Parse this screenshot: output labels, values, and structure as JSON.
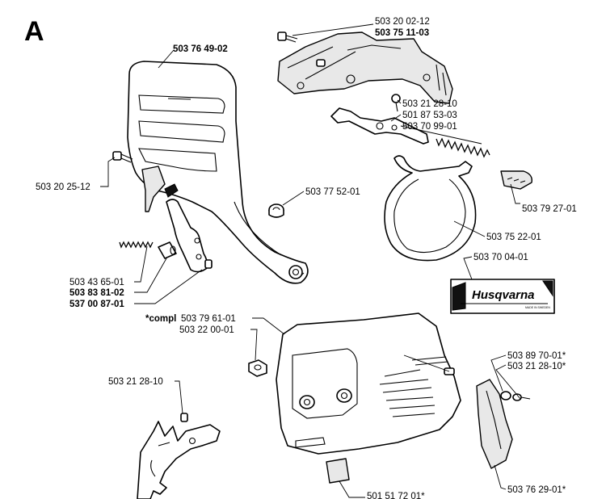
{
  "section_letter": "A",
  "brand": "Husqvarna",
  "brand_small_print": "MADE IN SWEDEN",
  "labels": {
    "p_503200212": "503 20 02-12",
    "p_503751103": "503 75 11-03",
    "p_503764902": "503 76 49-02",
    "p_503212810_a": "503 21 28-10",
    "p_501875303": "501 87 53-03",
    "p_503709901": "503 70 99-01",
    "p_503202512": "503 20 25-12",
    "p_503775201": "503 77 52-01",
    "p_503792701": "503 79 27-01",
    "p_503752201": "503 75 22-01",
    "p_503436501": "503 43 65-01",
    "p_503838102": "503 83 81-02",
    "p_537008701": "537 00 87-01",
    "p_503700401": "503 70 04-01",
    "p_compl_prefix": "*compl",
    "p_503796101": "503 79 61-01",
    "p_503220001": "503 22 00-01",
    "p_503212810_b": "503 21 28-10",
    "p_503897001": "503 89 70-01*",
    "p_503212810_c": "503 21 28-10*",
    "p_501517201": "501 51 72 01*",
    "p_503762901": "503 76 29-01*"
  }
}
